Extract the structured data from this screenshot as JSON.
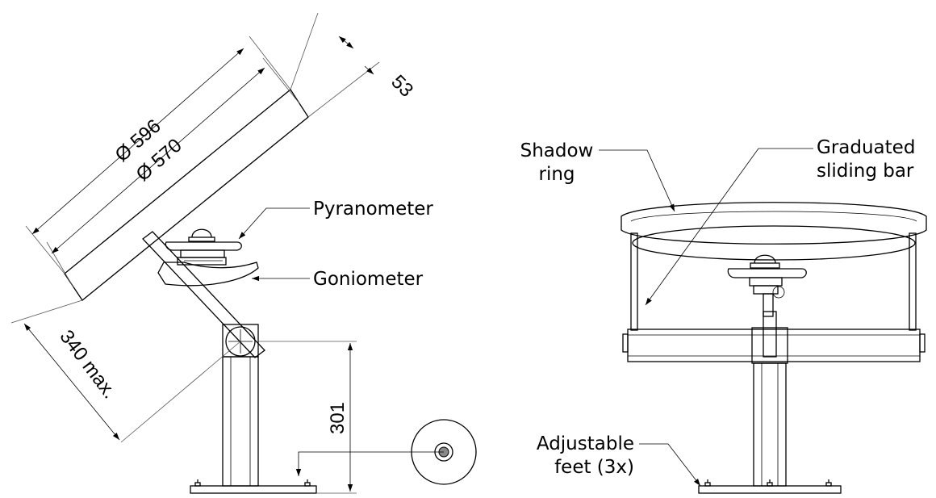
{
  "dimensions": {
    "outer_diameter": "Ø 596",
    "inner_diameter": "Ø 570",
    "ring_width": "53",
    "arm_length": "340 max.",
    "post_height": "301"
  },
  "labels": {
    "pyranometer": "Pyranometer",
    "goniometer": "Goniometer",
    "shadow_ring_line1": "Shadow",
    "shadow_ring_line2": "ring",
    "sliding_bar_line1": "Graduated",
    "sliding_bar_line2": "sliding bar",
    "feet_line1": "Adjustable",
    "feet_line2": "feet (3x)"
  }
}
